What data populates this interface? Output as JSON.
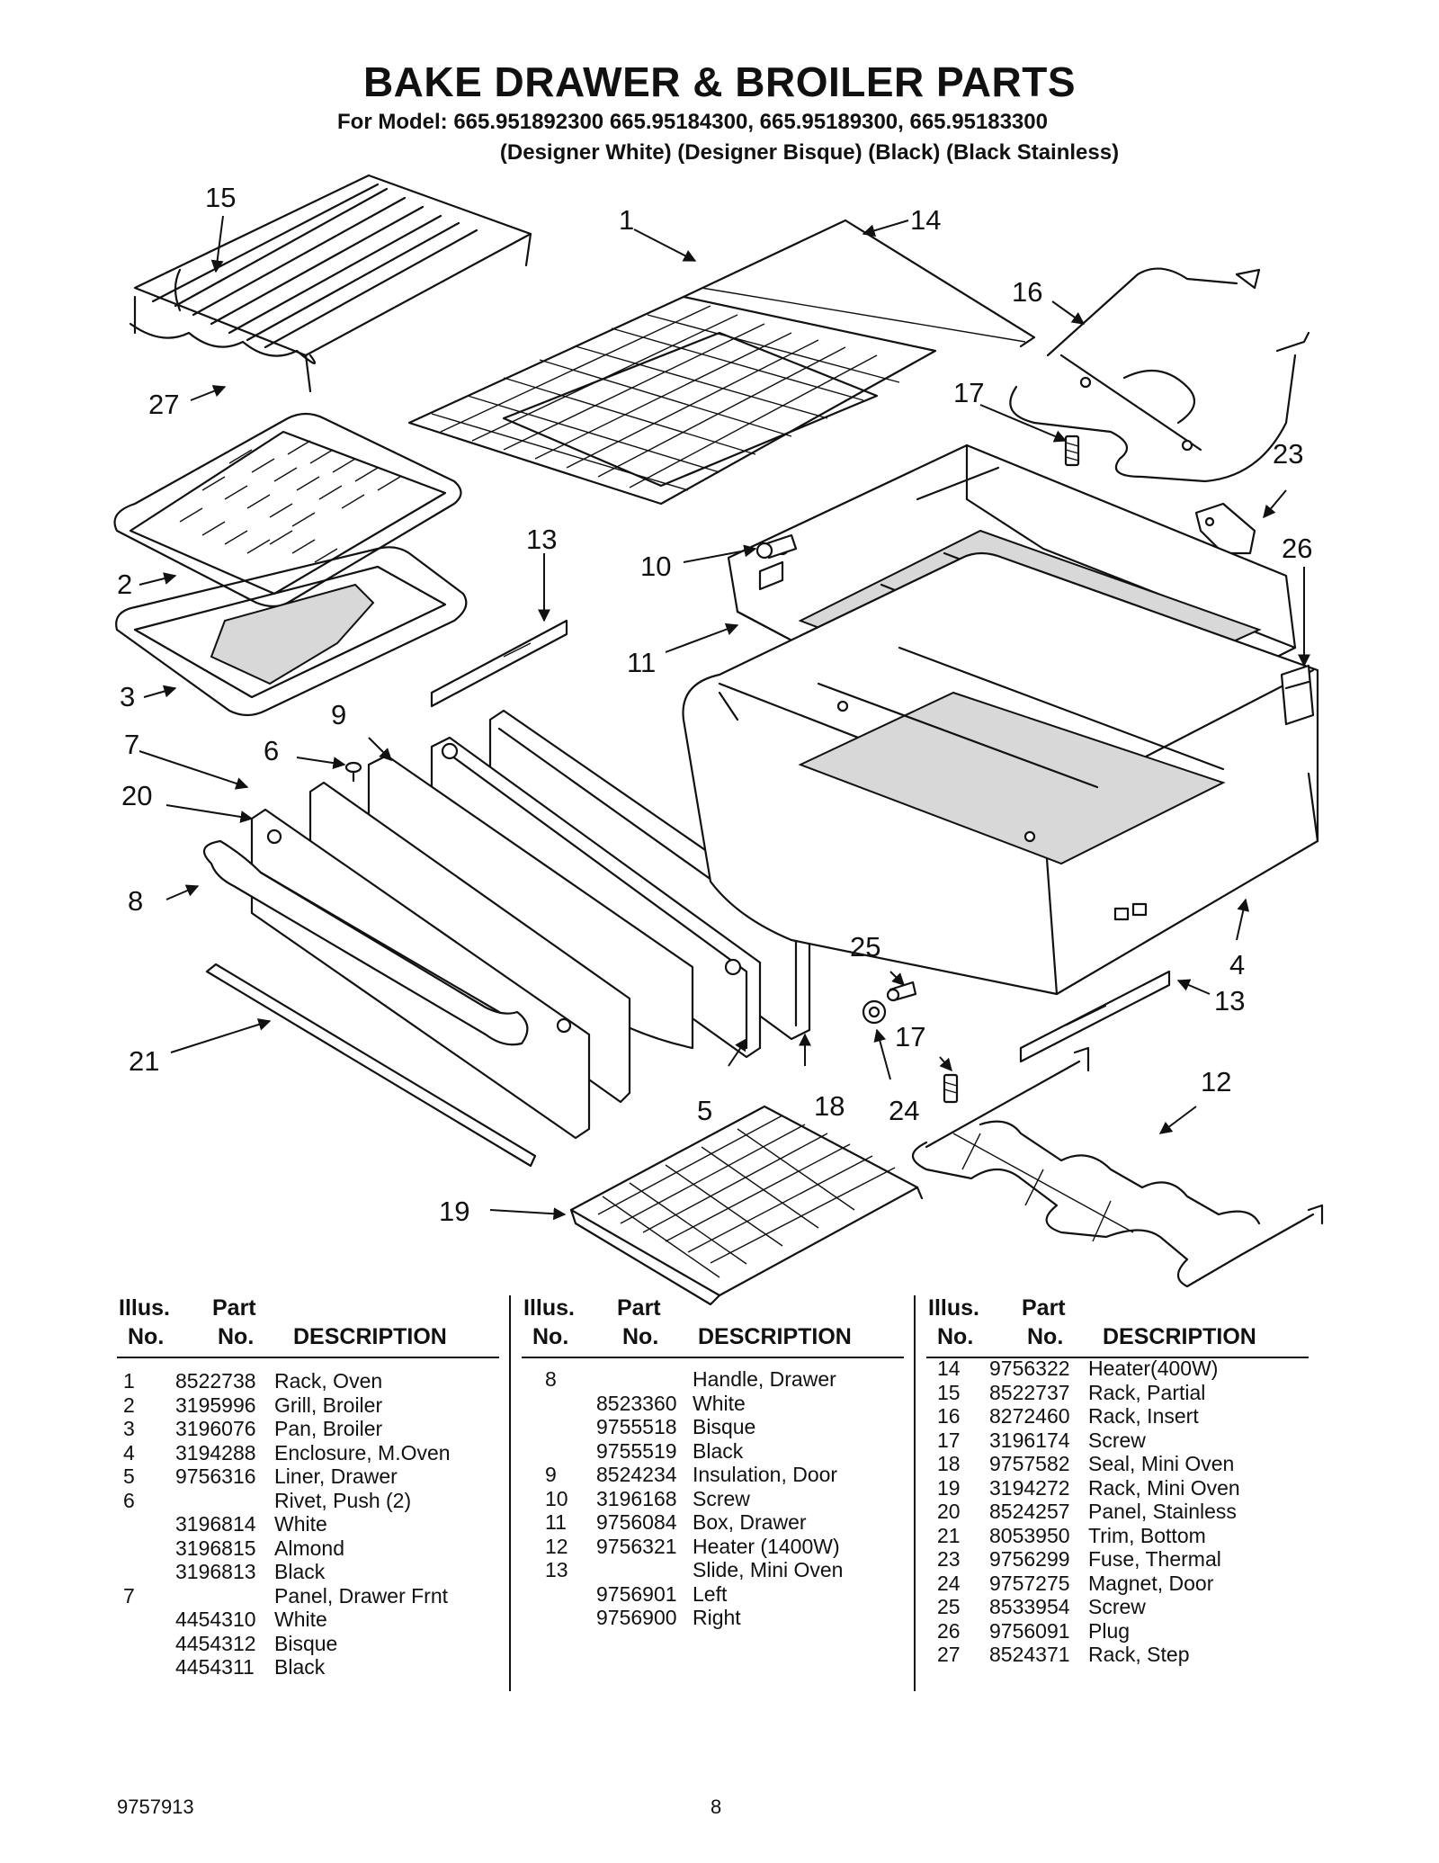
{
  "title": "BAKE DRAWER & BROILER PARTS",
  "subtitle_line1": "For Model: 665.951892300 665.95184300, 665.95189300, 665.95183300",
  "subtitle_line2": "(Designer White) (Designer Bisque) (Black) (Black Stainless)",
  "callouts": [
    "1",
    "2",
    "3",
    "4",
    "5",
    "6",
    "7",
    "8",
    "9",
    "10",
    "11",
    "12",
    "13",
    "13",
    "14",
    "15",
    "16",
    "17",
    "17",
    "18",
    "19",
    "20",
    "21",
    "23",
    "24",
    "25",
    "26",
    "27"
  ],
  "table_headers": {
    "illus_top": "Illus.",
    "illus_bottom": "No.",
    "part_top": "Part",
    "part_bottom": "No.",
    "description": "DESCRIPTION"
  },
  "columns": [
    [
      {
        "illus": "1",
        "part": "8522738",
        "desc": "Rack, Oven"
      },
      {
        "illus": "2",
        "part": "3195996",
        "desc": "Grill, Broiler"
      },
      {
        "illus": "3",
        "part": "3196076",
        "desc": "Pan, Broiler"
      },
      {
        "illus": "4",
        "part": "3194288",
        "desc": "Enclosure, M.Oven"
      },
      {
        "illus": "5",
        "part": "9756316",
        "desc": "Liner, Drawer"
      },
      {
        "illus": "6",
        "part": "",
        "desc": "Rivet, Push (2)"
      },
      {
        "illus": "",
        "part": "3196814",
        "desc": "White"
      },
      {
        "illus": "",
        "part": "3196815",
        "desc": "Almond"
      },
      {
        "illus": "",
        "part": "3196813",
        "desc": "Black"
      },
      {
        "illus": "7",
        "part": "",
        "desc": "Panel, Drawer Frnt"
      },
      {
        "illus": "",
        "part": "4454310",
        "desc": "White"
      },
      {
        "illus": "",
        "part": "4454312",
        "desc": "Bisque"
      },
      {
        "illus": "",
        "part": "4454311",
        "desc": "Black"
      }
    ],
    [
      {
        "illus": "8",
        "part": "",
        "desc": "Handle, Drawer"
      },
      {
        "illus": "",
        "part": "8523360",
        "desc": "White"
      },
      {
        "illus": "",
        "part": "9755518",
        "desc": "Bisque"
      },
      {
        "illus": "",
        "part": "9755519",
        "desc": "Black"
      },
      {
        "illus": "9",
        "part": "8524234",
        "desc": "Insulation, Door"
      },
      {
        "illus": "10",
        "part": "3196168",
        "desc": "Screw"
      },
      {
        "illus": "11",
        "part": "9756084",
        "desc": "Box, Drawer"
      },
      {
        "illus": "12",
        "part": "9756321",
        "desc": "Heater (1400W)"
      },
      {
        "illus": "13",
        "part": "",
        "desc": "Slide, Mini Oven"
      },
      {
        "illus": "",
        "part": "9756901",
        "desc": "Left"
      },
      {
        "illus": "",
        "part": "9756900",
        "desc": "Right"
      }
    ],
    [
      {
        "illus": "14",
        "part": "9756322",
        "desc": "Heater(400W)"
      },
      {
        "illus": "15",
        "part": "8522737",
        "desc": "Rack, Partial"
      },
      {
        "illus": "16",
        "part": "8272460",
        "desc": "Rack, Insert"
      },
      {
        "illus": "17",
        "part": "3196174",
        "desc": "Screw"
      },
      {
        "illus": "18",
        "part": "9757582",
        "desc": "Seal, Mini Oven"
      },
      {
        "illus": "19",
        "part": "3194272",
        "desc": "Rack, Mini Oven"
      },
      {
        "illus": "20",
        "part": "8524257",
        "desc": "Panel, Stainless"
      },
      {
        "illus": "21",
        "part": "8053950",
        "desc": "Trim, Bottom"
      },
      {
        "illus": "23",
        "part": "9756299",
        "desc": "Fuse, Thermal"
      },
      {
        "illus": "24",
        "part": "9757275",
        "desc": "Magnet, Door"
      },
      {
        "illus": "25",
        "part": "8533954",
        "desc": "Screw"
      },
      {
        "illus": "26",
        "part": "9756091",
        "desc": "Plug"
      },
      {
        "illus": "27",
        "part": "8524371",
        "desc": "Rack, Step"
      }
    ]
  ],
  "footer": {
    "doc_number": "9757913",
    "page_number": "8"
  }
}
